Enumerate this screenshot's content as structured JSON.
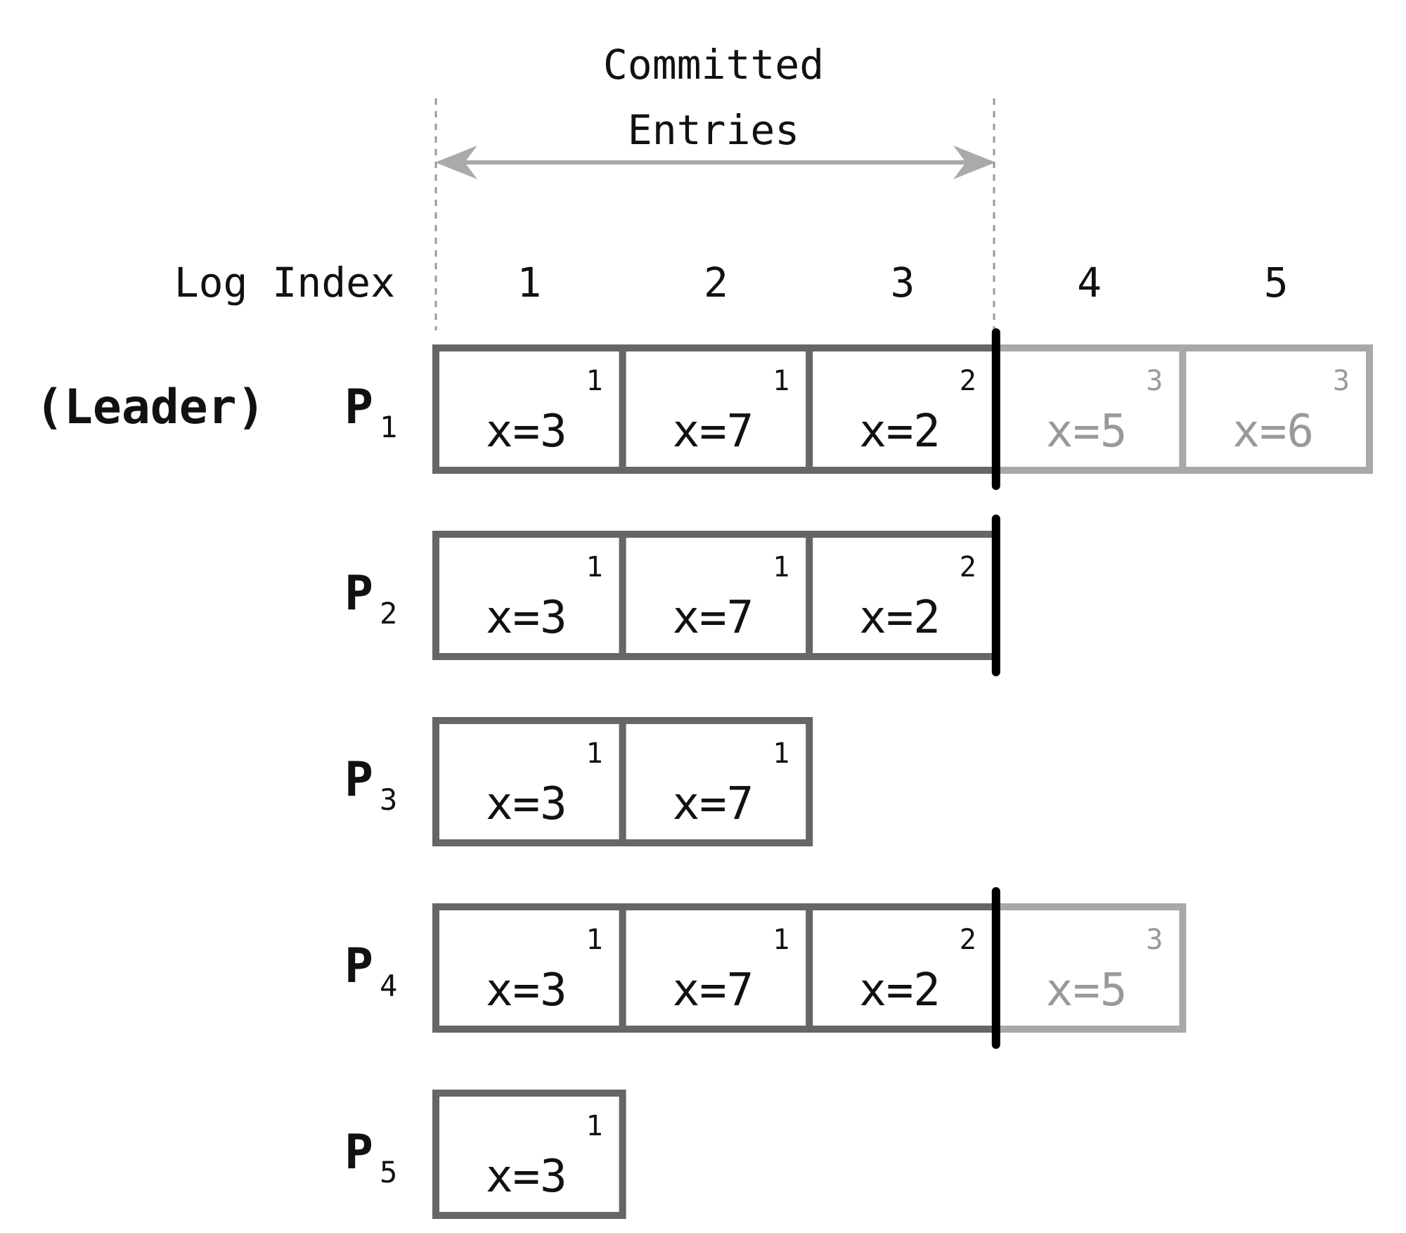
{
  "committed_label": {
    "line1": "Committed",
    "line2": "Entries"
  },
  "log_index_label": "Log Index",
  "indices": [
    "1",
    "2",
    "3",
    "4",
    "5"
  ],
  "committed_count": 3,
  "colors": {
    "committed": "#666666",
    "uncommitted": "#a8a8a8",
    "commit_marker": "#000000",
    "arrow": "#aaaaaa",
    "text_committed": "#111111",
    "text_uncommitted": "#999999"
  },
  "processes": [
    {
      "name": "P",
      "sub": "1",
      "role": "(Leader)",
      "entries": [
        {
          "term": "1",
          "cmd": "x=3",
          "committed": true
        },
        {
          "term": "1",
          "cmd": "x=7",
          "committed": true
        },
        {
          "term": "2",
          "cmd": "x=2",
          "committed": true
        },
        {
          "term": "3",
          "cmd": "x=5",
          "committed": false
        },
        {
          "term": "3",
          "cmd": "x=6",
          "committed": false
        }
      ]
    },
    {
      "name": "P",
      "sub": "2",
      "role": "",
      "entries": [
        {
          "term": "1",
          "cmd": "x=3",
          "committed": true
        },
        {
          "term": "1",
          "cmd": "x=7",
          "committed": true
        },
        {
          "term": "2",
          "cmd": "x=2",
          "committed": true
        }
      ]
    },
    {
      "name": "P",
      "sub": "3",
      "role": "",
      "entries": [
        {
          "term": "1",
          "cmd": "x=3",
          "committed": true
        },
        {
          "term": "1",
          "cmd": "x=7",
          "committed": true
        }
      ]
    },
    {
      "name": "P",
      "sub": "4",
      "role": "",
      "entries": [
        {
          "term": "1",
          "cmd": "x=3",
          "committed": true
        },
        {
          "term": "1",
          "cmd": "x=7",
          "committed": true
        },
        {
          "term": "2",
          "cmd": "x=2",
          "committed": true
        },
        {
          "term": "3",
          "cmd": "x=5",
          "committed": false
        }
      ]
    },
    {
      "name": "P",
      "sub": "5",
      "role": "",
      "entries": [
        {
          "term": "1",
          "cmd": "x=3",
          "committed": true
        }
      ]
    }
  ]
}
